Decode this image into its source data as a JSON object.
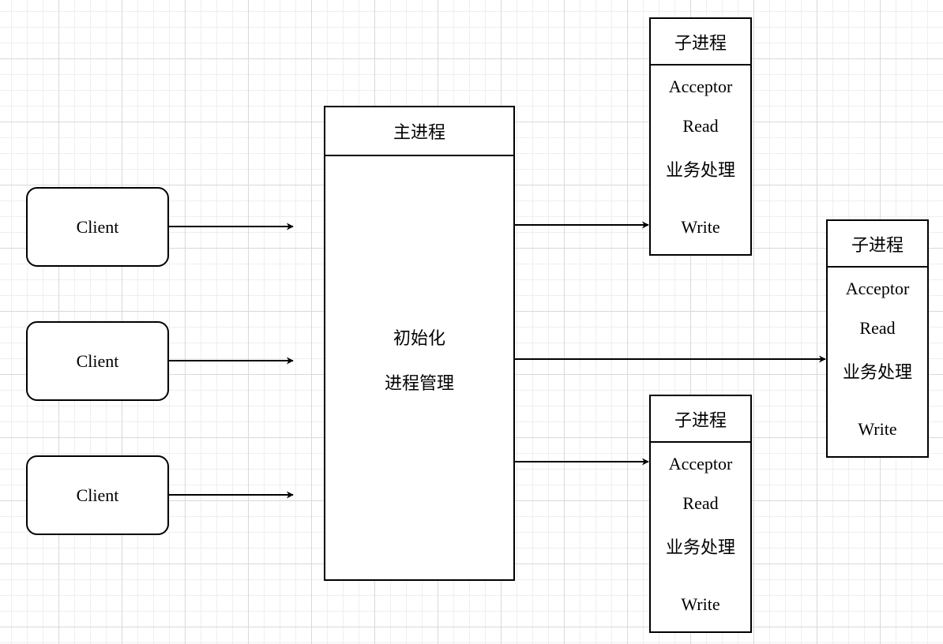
{
  "clients": [
    "Client",
    "Client",
    "Client"
  ],
  "main_process": {
    "title": "主进程",
    "lines": [
      "初始化",
      "进程管理"
    ]
  },
  "child_processes": [
    {
      "title": "子进程",
      "items": [
        "Acceptor",
        "Read",
        "业务处理",
        "Write"
      ]
    },
    {
      "title": "子进程",
      "items": [
        "Acceptor",
        "Read",
        "业务处理",
        "Write"
      ]
    },
    {
      "title": "子进程",
      "items": [
        "Acceptor",
        "Read",
        "业务处理",
        "Write"
      ]
    }
  ]
}
